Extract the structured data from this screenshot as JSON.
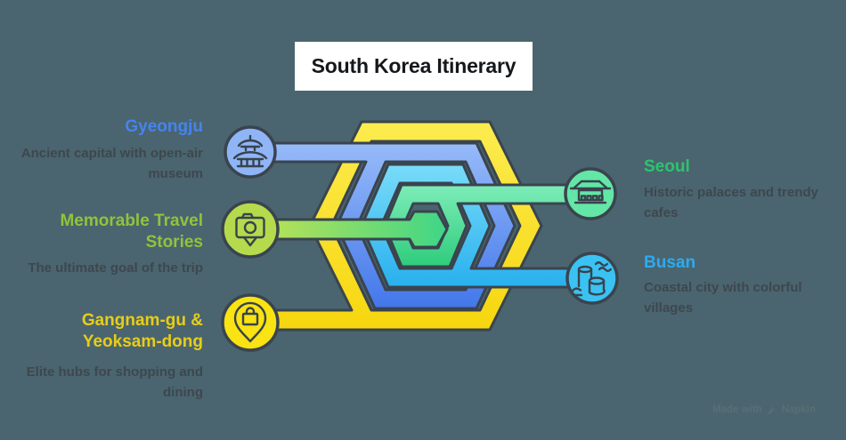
{
  "title": "South Korea Itinerary",
  "background_color": "#4a656f",
  "outline_color": "#3a444e",
  "items": {
    "gyeongju": {
      "label": "Gyeongju",
      "description": "Ancient capital with open-air museum",
      "accent": "#4584ef",
      "node_fill": "#8fb5f7",
      "icon": "pagoda-icon",
      "side": "left"
    },
    "memorable": {
      "label": "Memorable Travel Stories",
      "description": "The ultimate goal of the trip",
      "accent": "#8fc43c",
      "node_fill": "#b5db4d",
      "icon": "camera-pin-icon",
      "side": "left"
    },
    "gangnam": {
      "label": "Gangnam-gu & Yeoksam-dong",
      "description": "Elite hubs for shopping and dining",
      "accent": "#e8cd17",
      "node_fill": "#f9e312",
      "icon": "shopping-bag-pin-icon",
      "side": "left"
    },
    "seoul": {
      "label": "Seoul",
      "description": "Historic palaces and trendy cafes",
      "accent": "#2cc46e",
      "node_fill": "#63e6a6",
      "icon": "palace-icon",
      "side": "right"
    },
    "busan": {
      "label": "Busan",
      "description": "Coastal city with colorful villages",
      "accent": "#2cabf0",
      "node_fill": "#3ac2f3",
      "icon": "coastal-village-icon",
      "side": "right"
    }
  },
  "rings": {
    "yellow": {
      "color_top": "#fcec4f",
      "color_bottom": "#f6d60e"
    },
    "blue": {
      "color_top": "#97bbf9",
      "color_bottom": "#4377ea"
    },
    "cyan": {
      "color_top": "#79dcf9",
      "color_bottom": "#28b0ee"
    },
    "green": {
      "color_top": "#7dedb8",
      "color_bottom": "#2fcc7c"
    },
    "lime_center": {
      "color_left": "#c4e352",
      "color_right": "#3ed688"
    }
  },
  "watermark": {
    "prefix": "Made with",
    "brand": "Napkin"
  }
}
